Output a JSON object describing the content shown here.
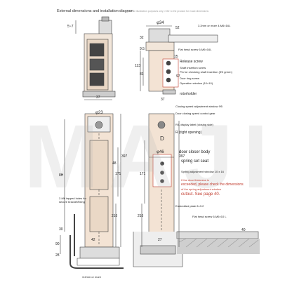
{
  "header": {
    "title": "External dimensions and installation diagram",
    "subtitle": "The image is for illustration purposes only; refer to the product for exact dimensions"
  },
  "left_view": {
    "dims": [
      "5~7",
      "37",
      "8H",
      "30",
      "90",
      "28",
      "216",
      "48",
      "171",
      "397",
      "42"
    ],
    "labels": {
      "diameter": "φ23",
      "width": "37",
      "hole_note_1": "2-M6 tapped holes for",
      "hole_note_2": "secure bracket/fixing",
      "screw_note": "3.2mm or more"
    }
  },
  "right_view": {
    "dims": [
      "φ34",
      "32",
      "9.5",
      "81",
      "113",
      "52",
      "15",
      "37",
      "97",
      "397",
      "171",
      "216",
      "40",
      "27"
    ],
    "labels": {
      "thread_note": "3.2mm or more 4-M6×16L",
      "flat_head_screw": "Flat head screw 6-M6×16L",
      "release_screw": "Release screw",
      "shaft_insertion": "Shaft insertion screw",
      "shaft_pin": "Pin for checking shaft insertion (Ф3 green)",
      "door_ring": "Door ring screw",
      "operation_window": "Operation window (10×10)",
      "rotor_holder": "rotorholder",
      "closing_adjust": "Closing speed adjustment window Ф5",
      "closing_guard": "Door closing speed control gear",
      "r_display": "R/L display label (closing side)",
      "r_opening": "R (right opening)",
      "diameter_46": "φ46",
      "door_closer_body": "door closer body",
      "spring_seat": "spring set seat",
      "spring_window": "Spring adjustment window 10 x 16",
      "red_note_1": "If the door thickness is",
      "red_note_2": "exceeded, please check the dimensions",
      "red_note_3": "of the spring adjustment window",
      "red_note_4": "cutout. See page 40.",
      "embedded_plate": "Embedded plate 8×3.2",
      "flat_head_bottom": "Flat head screw 6-M6×10 L"
    }
  },
  "watermark": "MAJI",
  "colors": {
    "line": "#444444",
    "body_fill": "#f3e3d4",
    "dark": "#2b2b2b",
    "accent_red": "#c0392b",
    "floor": "#cfcfcf"
  }
}
